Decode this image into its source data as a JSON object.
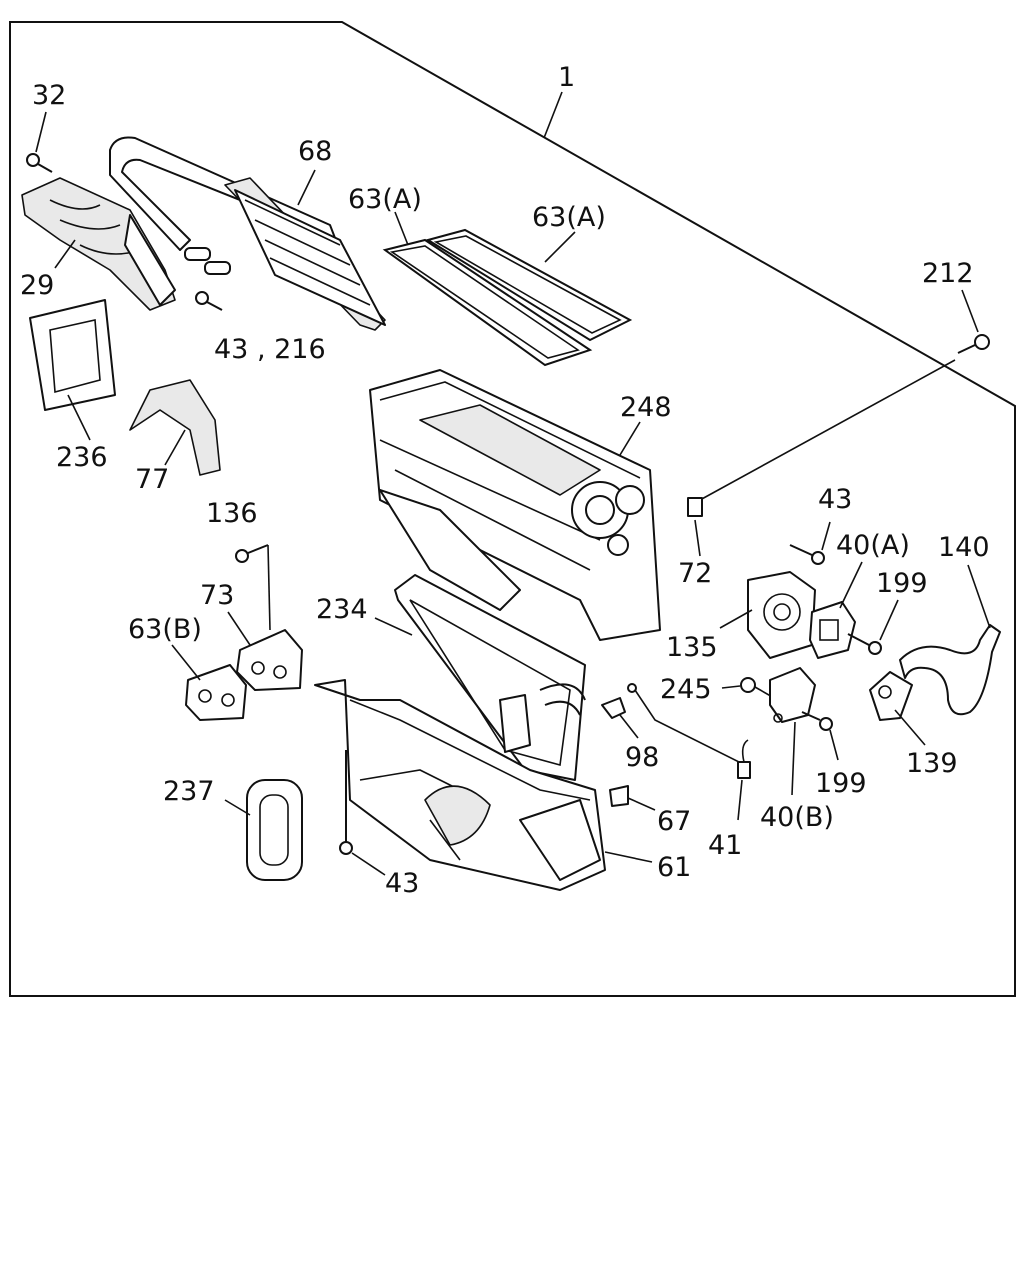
{
  "callouts": {
    "c1": "1",
    "c32": "32",
    "c68": "68",
    "c63a_1": "63(A)",
    "c63a_2": "63(A)",
    "c212": "212",
    "c29": "29",
    "c43_216": "43 , 216",
    "c248": "248",
    "c236": "236",
    "c77": "77",
    "c136": "136",
    "c43_right": "43",
    "c40a": "40(A)",
    "c140": "140",
    "c72": "72",
    "c199_top": "199",
    "c73": "73",
    "c234": "234",
    "c63b": "63(B)",
    "c135": "135",
    "c245": "245",
    "c139": "139",
    "c98": "98",
    "c199_bottom": "199",
    "c237": "237",
    "c67": "67",
    "c40b": "40(B)",
    "c41": "41",
    "c61": "61",
    "c43_bottom": "43"
  }
}
